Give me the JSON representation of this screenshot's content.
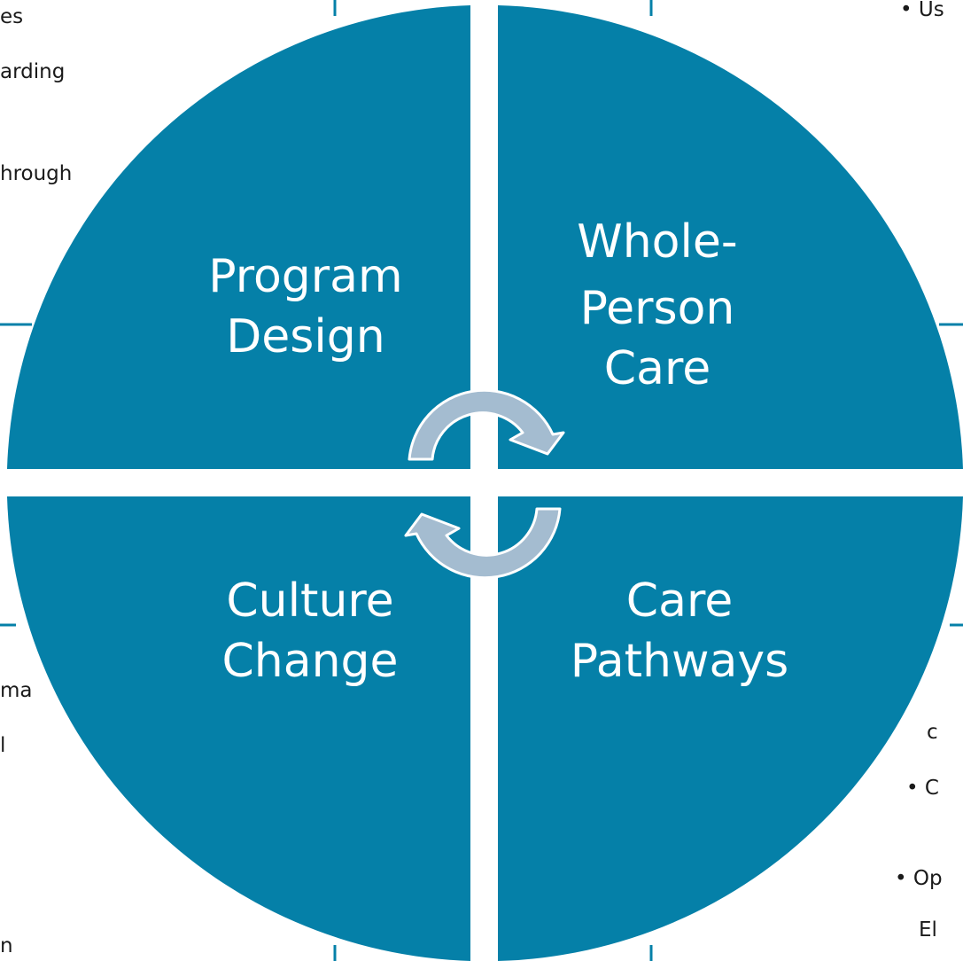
{
  "quadrants": {
    "top_left": {
      "line1": "Program",
      "line2": "Design"
    },
    "top_right": {
      "line1": "Whole-",
      "line2": "Person",
      "line3": "Care"
    },
    "bottom_left": {
      "line1": "Culture",
      "line2": "Change"
    },
    "bottom_right": {
      "line1": "Care",
      "line2": "Pathways"
    }
  },
  "side_text": {
    "left": [
      "es",
      "arding",
      "hrough",
      "ma",
      "l",
      "n"
    ],
    "right": [
      "• Us",
      "c",
      "• C",
      "• Op",
      "El"
    ]
  },
  "colors": {
    "quadrant_fill": "#0580a8",
    "arrow_fill": "#a4bcd0",
    "arrow_stroke": "#ffffff",
    "frame_line": "#0580a8"
  }
}
